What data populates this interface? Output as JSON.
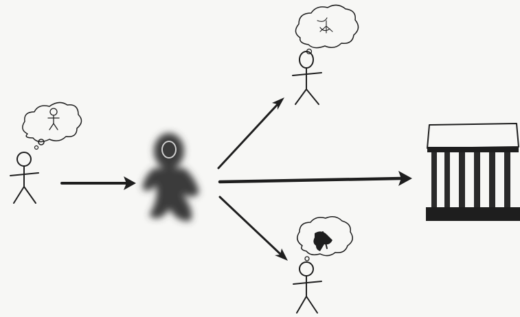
{
  "diagram": {
    "description_nodes": [
      {
        "id": "sender",
        "icon": "stick-figure-icon",
        "thought": "stick-figure-thought"
      },
      {
        "id": "central",
        "icon": "blurred-figure-icon"
      },
      {
        "id": "receiver-top",
        "icon": "stick-figure-icon",
        "thought": "puzzled-thought"
      },
      {
        "id": "institution",
        "icon": "building-icon"
      },
      {
        "id": "receiver-bottom",
        "icon": "stick-figure-icon",
        "thought": "scribble-thought"
      }
    ],
    "edges": [
      {
        "from": "sender",
        "to": "central"
      },
      {
        "from": "central",
        "to": "receiver-top"
      },
      {
        "from": "central",
        "to": "institution"
      },
      {
        "from": "central",
        "to": "receiver-bottom"
      }
    ],
    "colors": {
      "ink": "#1e1e1e",
      "background": "#f7f7f5",
      "blur_figure": "#3a3a3a"
    }
  }
}
